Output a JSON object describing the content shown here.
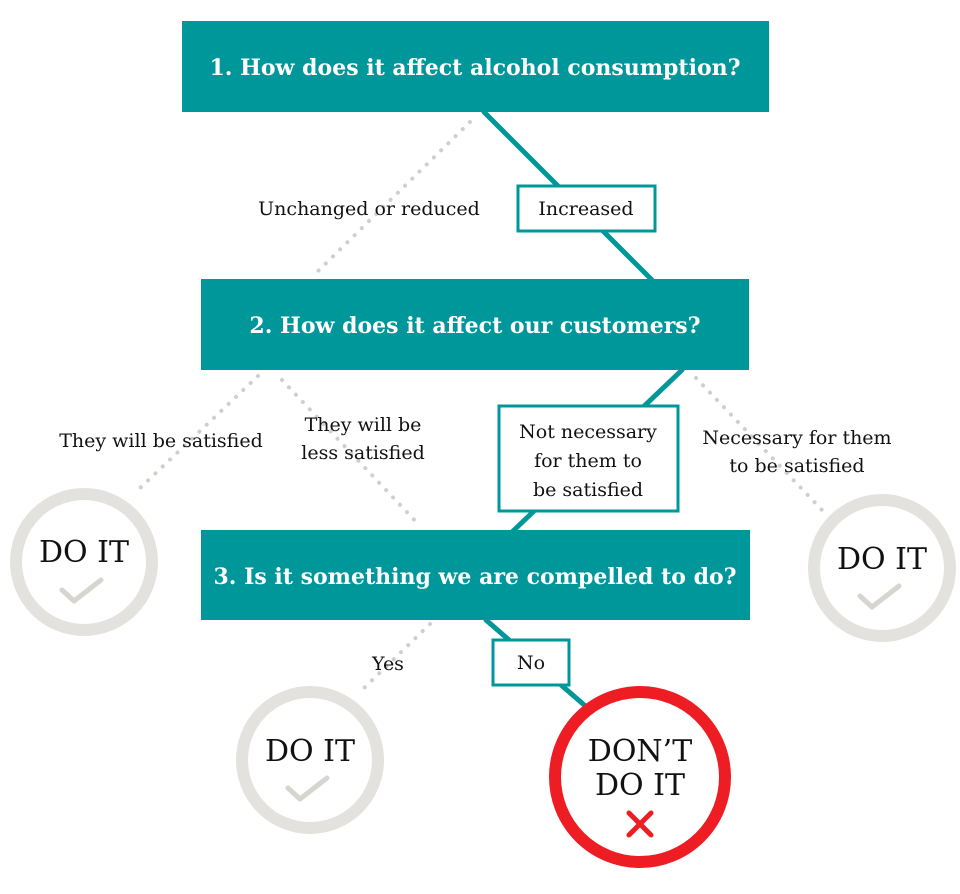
{
  "questions": {
    "q1": "1. How does it affect alcohol consumption?",
    "q2": "2. How does it affect our customers?",
    "q3": "3. Is it something we are compelled to do?"
  },
  "answers": {
    "increased": "Increased",
    "unchanged": "Unchanged or reduced",
    "satisfied": "They will be satisfied",
    "less_satisfied": [
      "They will be",
      "less satisfied"
    ],
    "not_necessary": [
      "Not necessary",
      "for them to",
      "be satisfied"
    ],
    "necessary": [
      "Necessary for them",
      "to be satisfied"
    ],
    "yes": "Yes",
    "no": "No"
  },
  "outcomes": {
    "do_it": "DO IT",
    "dont_do_it": [
      "DON’T",
      "DO IT"
    ]
  },
  "icons": {
    "approve": "check-icon",
    "reject": "cross-icon"
  },
  "colors": {
    "teal": "#00979a",
    "red": "#ee1c23",
    "grey_ring": "#e3e2de"
  }
}
